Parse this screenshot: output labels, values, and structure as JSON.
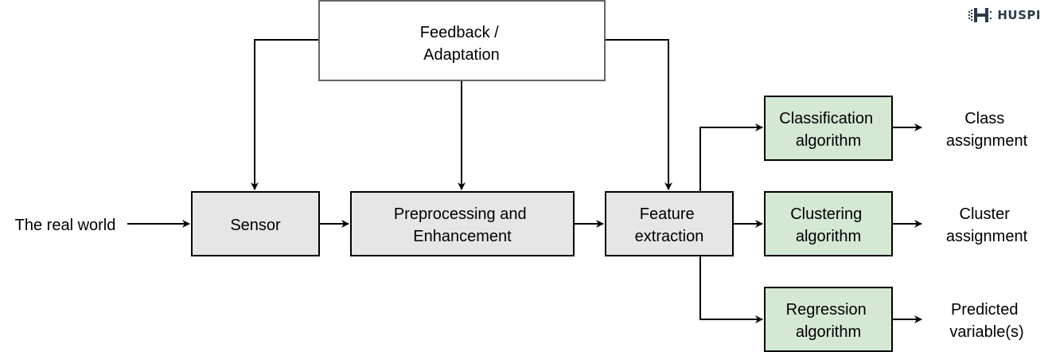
{
  "logo": {
    "text": "HUSPI"
  },
  "colors": {
    "box_gray": "#e6e6e6",
    "box_green": "#d5e8d4",
    "box_white": "#ffffff",
    "stroke": "#000000",
    "feedback_stroke": "#666666"
  },
  "nodes": {
    "feedback": {
      "lines": [
        "Feedback /",
        "Adaptation"
      ]
    },
    "sensor": {
      "lines": [
        "Sensor"
      ]
    },
    "preprocessing": {
      "lines": [
        "Preprocessing and",
        "Enhancement"
      ]
    },
    "feature": {
      "lines": [
        "Feature",
        "extraction"
      ]
    },
    "classification": {
      "lines": [
        "Classification",
        "algorithm"
      ]
    },
    "clustering": {
      "lines": [
        "Clustering",
        "algorithm"
      ]
    },
    "regression": {
      "lines": [
        "Regression",
        "algorithm"
      ]
    }
  },
  "labels": {
    "input": "The real world",
    "class_output": [
      "Class",
      "assignment"
    ],
    "cluster_output": [
      "Cluster",
      "assignment"
    ],
    "regression_output": [
      "Predicted",
      "variable(s)"
    ]
  }
}
